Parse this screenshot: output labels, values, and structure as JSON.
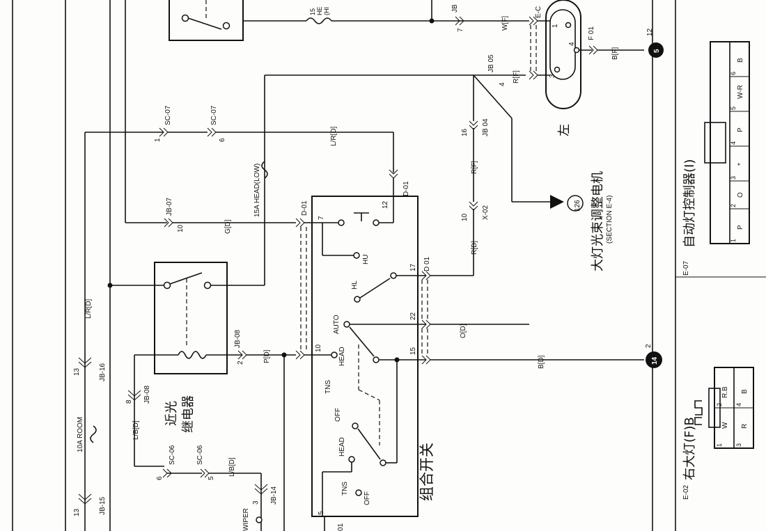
{
  "connectors": {
    "jb15": {
      "pin": "13",
      "id": "JB-15"
    },
    "jb16": {
      "pin": "13",
      "id": "JB-16"
    },
    "jb14": {
      "pin": "3",
      "id": "JB-14"
    },
    "jb08a": {
      "pin": "8",
      "id": "JB-08"
    },
    "jb08b": {
      "pin": "2",
      "id": "JB-08"
    },
    "jb07": {
      "pin": "10",
      "id": "JB-07"
    },
    "sc07a": {
      "pin": "1",
      "id": "SC-07"
    },
    "sc07b": {
      "pin": "6",
      "id": "SC-07"
    },
    "sc06a": {
      "pin": "6",
      "id": "SC-06"
    },
    "sc06b": {
      "pin": "5",
      "id": "SC-06"
    },
    "d01_top": {
      "pin": "7",
      "id": "D-01"
    },
    "d01_right": {
      "pin": "12",
      "id": "D-01"
    },
    "d01_17": {
      "pin": "17",
      "id": "D 01"
    },
    "d01_22": {
      "pin": "22"
    },
    "d01_15": {
      "pin": "15"
    },
    "d01_10": {
      "pin": "10"
    },
    "d01_5": {
      "pin": "5"
    },
    "d01_bottom": {
      "id": "01"
    },
    "x02": {
      "pin": "10",
      "id": "X-02"
    },
    "jb04": {
      "pin": "16",
      "id": "JB 04"
    },
    "jb05": {
      "pin": "4",
      "id": "JB 05"
    },
    "jb_top": {
      "pin": "7",
      "id": "JB"
    },
    "f01": {
      "id": "F 01"
    },
    "e_c": {
      "id": "E-C"
    }
  },
  "wires": {
    "lr_d": "L/R[D]",
    "lb_d_top": "L/B[D]",
    "lb_d_bottom": "L/B[D]",
    "p_d": "P[D]",
    "g_d": "G[D]",
    "lr_d_top": "L/R[D]",
    "r_d": "R[D]",
    "o_d": "O[D]",
    "b_d": "B[D]",
    "r_f_mid": "R[F]",
    "r_f_top": "R[F]",
    "w_f": "W[F]",
    "b_f": "B[F]"
  },
  "fuses": {
    "room": "10A ROOM",
    "head_low": "15A HEAD(LOW)",
    "head_hi_top": "15",
    "head_hi_mid": "HE",
    "head_hi_bot": "(HI"
  },
  "switch": {
    "hu": "HU",
    "hl": "HL",
    "auto": "AUTO",
    "head": "HEAD",
    "tns": "TNS",
    "off": "OFF",
    "head2": "HEAD",
    "tns2": "TNS",
    "off2": "OFF",
    "wiper": "WIPER",
    "title": "组合开关"
  },
  "relay": {
    "title_line1": "近光",
    "title_line2": "继电器"
  },
  "motor": {
    "side": "左",
    "pin1": "1",
    "pin3": "3",
    "pin4": "4",
    "ref": "126",
    "title": "大灯光束调整电机",
    "section": "(SECTION E-4)"
  },
  "grounds": {
    "g5": {
      "label": "5",
      "pin": "12"
    },
    "g14": {
      "label": "14",
      "pin": "2"
    }
  },
  "e07": {
    "code": "E-07",
    "title": "自动灯控制器(I)",
    "cells": [
      "P",
      "O",
      "*",
      "P",
      "W-R",
      "B"
    ],
    "nums": [
      "1",
      "2",
      "3",
      "4",
      "5",
      "6"
    ]
  },
  "e02": {
    "code": "E-02",
    "title": "右大灯(F)B",
    "cells": [
      "W",
      "R",
      "R.B",
      "B"
    ],
    "nums": [
      "1",
      "3",
      "2",
      "4"
    ]
  }
}
